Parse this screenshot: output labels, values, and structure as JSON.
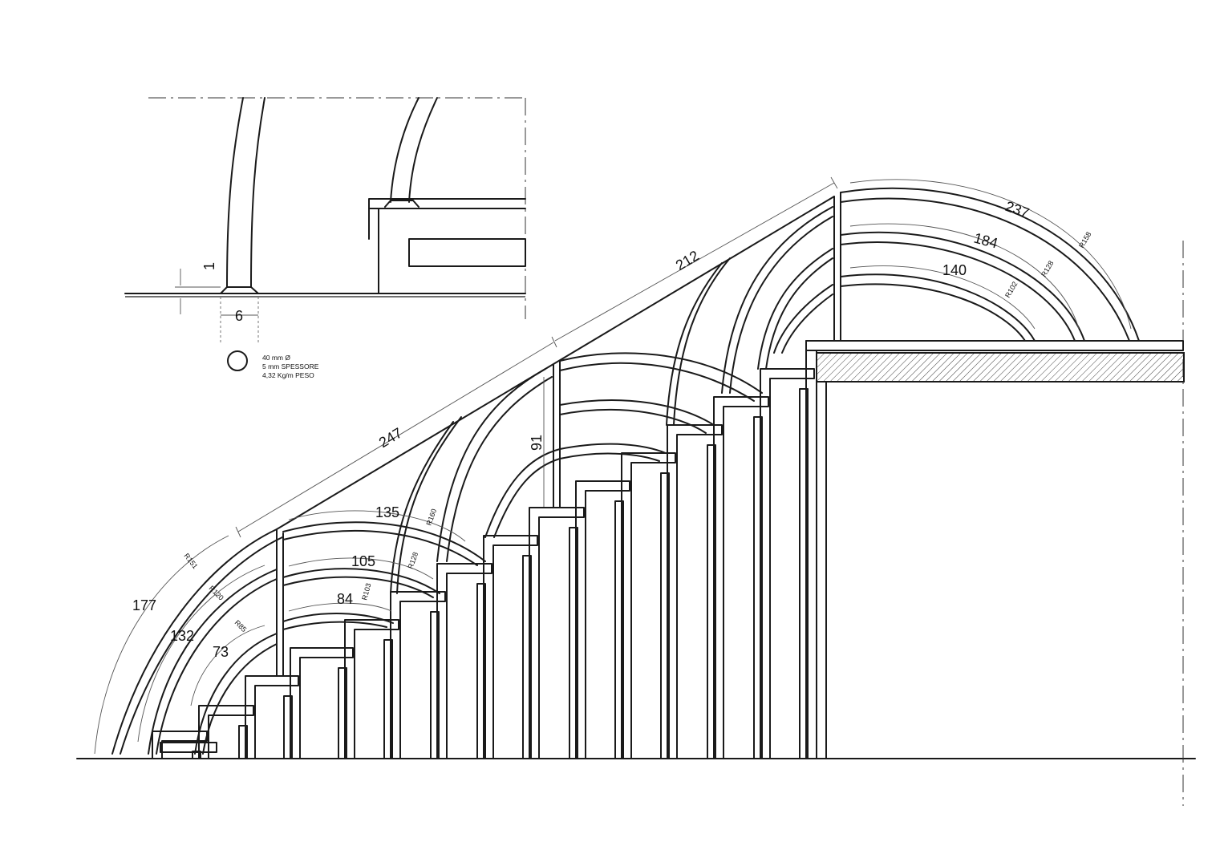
{
  "detail": {
    "thickness": "1",
    "base_width": "6",
    "spec_lines": [
      "40 mm Ø",
      "5 mm SPESSORE",
      "4,32 Kg/m PESO"
    ]
  },
  "dimensions": {
    "diag_lower": "247",
    "diag_upper": "212",
    "height": "91",
    "left_arcs": [
      "177",
      "132",
      "73"
    ],
    "mid_arcs": [
      "135",
      "105",
      "84"
    ],
    "right_arcs": [
      "237",
      "184",
      "140"
    ],
    "left_radii": [
      "R151",
      "R120",
      "R85"
    ],
    "mid_radii": [
      "R160",
      "R128",
      "R103"
    ],
    "right_radii": [
      "R158",
      "R128",
      "R102"
    ]
  },
  "colors": {
    "line": "#1a1a1a",
    "dimension": "#555555",
    "background": "#ffffff"
  }
}
